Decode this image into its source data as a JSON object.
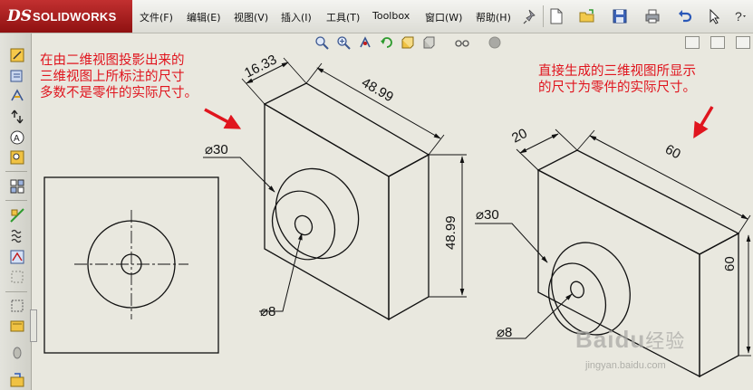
{
  "app": {
    "logo_ds": "DS",
    "logo_text": "SOLIDWORKS"
  },
  "menu": [
    {
      "id": "file",
      "label": "文件(F)"
    },
    {
      "id": "edit",
      "label": "编辑(E)"
    },
    {
      "id": "view",
      "label": "视图(V)"
    },
    {
      "id": "insert",
      "label": "插入(I)"
    },
    {
      "id": "tools",
      "label": "工具(T)"
    },
    {
      "id": "toolbox",
      "label": "Toolbox"
    },
    {
      "id": "window",
      "label": "窗口(W)"
    },
    {
      "id": "help",
      "label": "帮助(H)"
    }
  ],
  "annotations": {
    "left_note": [
      "在由二维视图投影出来的",
      "三维视图上所标注的尺寸",
      "多数不是零件的实际尺寸。"
    ],
    "right_note": [
      "直接生成的三维视图所显示",
      "的尺寸为零件的实际尺寸。"
    ]
  },
  "drawing": {
    "projected_view": {
      "depth_dim": "16.33",
      "width_dim": "48.99",
      "height_dim": "48.99",
      "boss_dia": "⌀30",
      "hole_dia": "⌀8"
    },
    "true_view": {
      "depth_dim": "20",
      "width_dim": "60",
      "height_dim": "60",
      "boss_dia": "⌀30",
      "hole_dia": "⌀8"
    },
    "accent_color": "#e0151e",
    "line_color": "#111111"
  },
  "watermark": {
    "brand": "Baidu",
    "brand_cn": "经验",
    "url": "jingyan.baidu.com"
  }
}
